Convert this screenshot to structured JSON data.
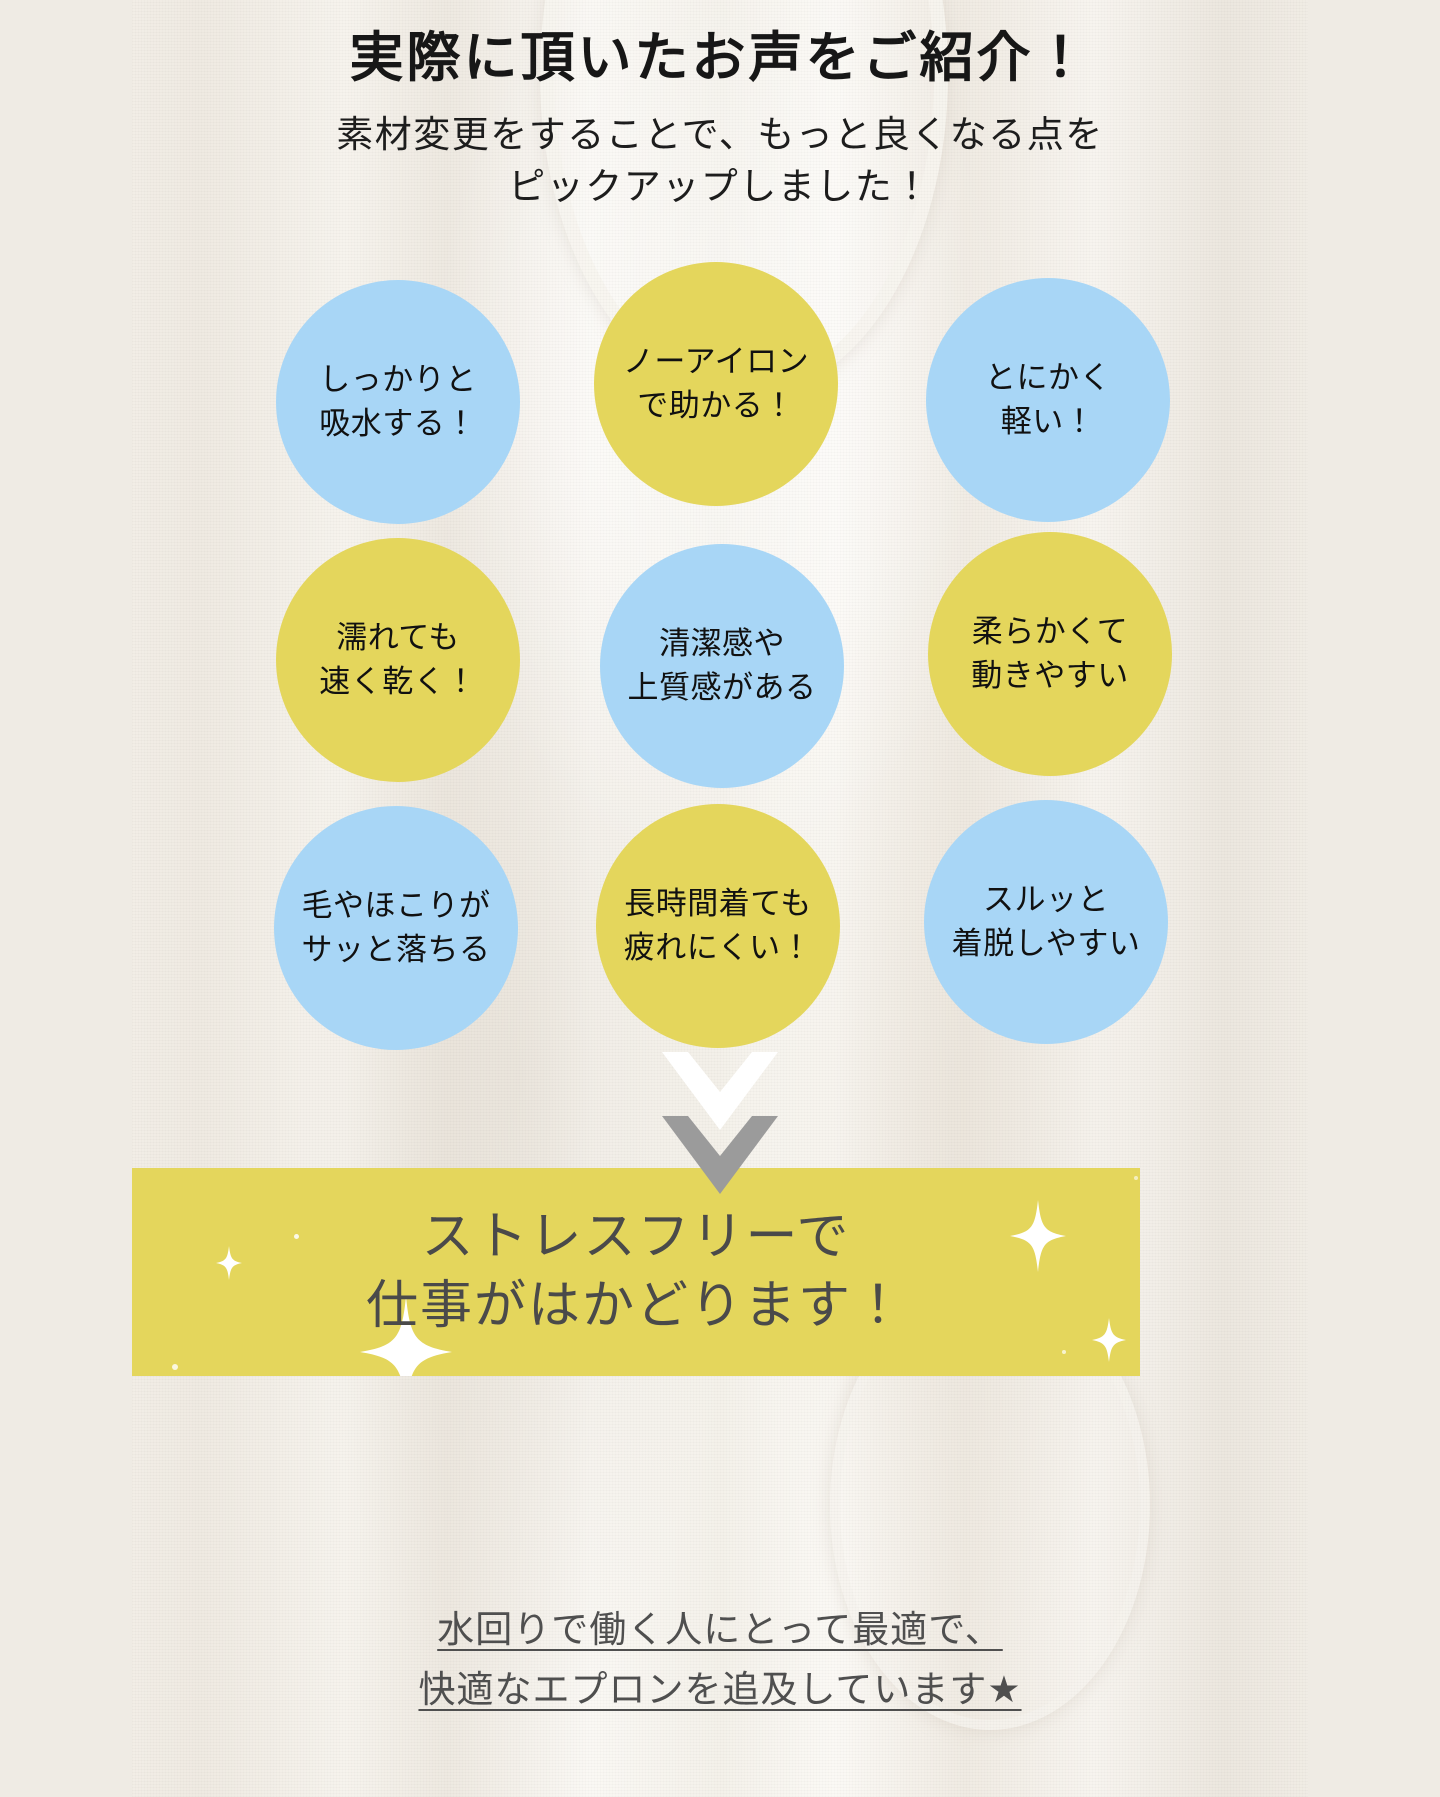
{
  "header": {
    "title": "実際に頂いたお声をご紹介！",
    "subtitle_lines": [
      "素材変更をすることで、もっと良くなる点を",
      "ピックアップしました！"
    ]
  },
  "bubbles": [
    {
      "color": "blue",
      "color_hex": "#a8d6f6",
      "lines": [
        "しっかりと",
        "吸水する！"
      ]
    },
    {
      "color": "yellow",
      "color_hex": "#e4d65c",
      "lines": [
        "ノーアイロン",
        "で助かる！"
      ]
    },
    {
      "color": "blue",
      "color_hex": "#a8d6f6",
      "lines": [
        "とにかく",
        "軽い！"
      ]
    },
    {
      "color": "yellow",
      "color_hex": "#e4d65c",
      "lines": [
        "濡れても",
        "速く乾く！"
      ]
    },
    {
      "color": "blue",
      "color_hex": "#a8d6f6",
      "lines": [
        "清潔感や",
        "上質感がある"
      ]
    },
    {
      "color": "yellow",
      "color_hex": "#e4d65c",
      "lines": [
        "柔らかくて",
        "動きやすい"
      ]
    },
    {
      "color": "blue",
      "color_hex": "#a8d6f6",
      "lines": [
        "毛やほこりが",
        "サッと落ちる"
      ]
    },
    {
      "color": "yellow",
      "color_hex": "#e4d65c",
      "lines": [
        "長時間着ても",
        "疲れにくい！"
      ]
    },
    {
      "color": "blue",
      "color_hex": "#a8d6f6",
      "lines": [
        "スルッと",
        "着脱しやすい"
      ]
    }
  ],
  "arrows": {
    "top_color": "#ffffff",
    "bottom_color": "#9b9b9b"
  },
  "banner": {
    "background_hex": "#e4d65c",
    "text_color_hex": "#4a4a4a",
    "lines": [
      "ストレスフリーで",
      "仕事がはかどります！"
    ]
  },
  "footer": {
    "lines": [
      "水回りで働く人にとって最適で、",
      "快適なエプロンを追及しています★"
    ]
  }
}
